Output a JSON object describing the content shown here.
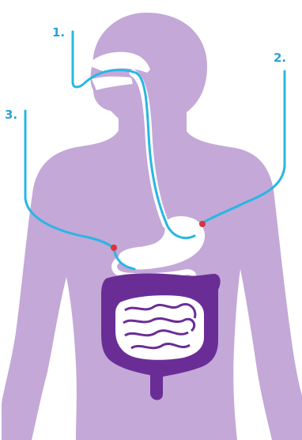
{
  "labels": {
    "route_1": "1.",
    "route_2": "2.",
    "route_3": "3."
  },
  "colors": {
    "body": "#c3a8d8",
    "organ_fill": "#ffffff",
    "large_intestine": "#6a2d96",
    "small_intestine_outline": "#6a2d96",
    "tube": "#29b6e3",
    "insertion_point": "#d9343a",
    "label": "#2aa3d6"
  },
  "icons": {
    "body": "human-torso-silhouette-icon",
    "stomach": "stomach-icon",
    "esophagus": "esophagus-icon",
    "large_intestine": "large-intestine-icon",
    "small_intestine": "small-intestine-icon"
  }
}
